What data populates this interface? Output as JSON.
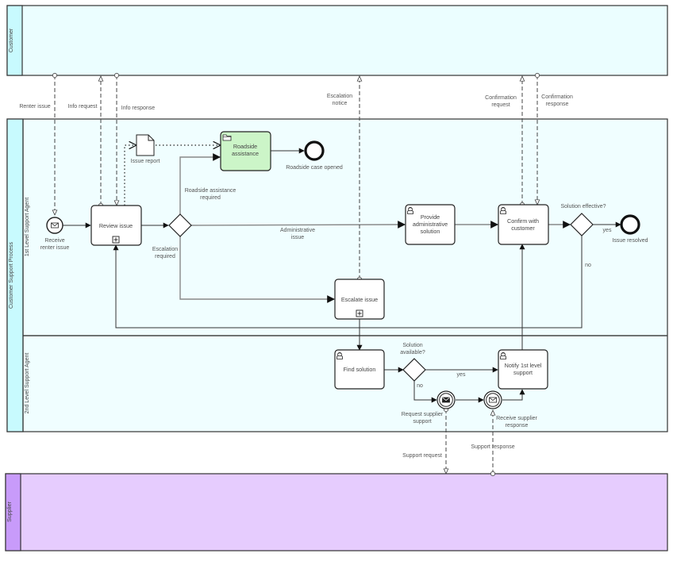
{
  "colors": {
    "pool_fill": "#ebfeff",
    "pool_header": "#c8fafe",
    "lane_fill": "#f0feff",
    "supplier_fill": "#e6ccfe",
    "supplier_header": "#c89bfa",
    "task_green": "#ccf5c8",
    "border": "#333333"
  },
  "pools": {
    "customer": {
      "label": "Customer"
    },
    "process": {
      "label": "Customer Support Process",
      "lanes": [
        {
          "label": "1st Level Support Agent"
        },
        {
          "label": "2nd Level Support Agent"
        }
      ]
    },
    "supplier": {
      "label": "Supplier"
    }
  },
  "events": {
    "receive_renter_issue": {
      "label_l1": "Receive",
      "label_l2": "renter issue",
      "type": "message-start"
    },
    "roadside_case_opened": {
      "label": "Roadside case opened",
      "type": "end"
    },
    "issue_resolved": {
      "label": "Issue resolved",
      "type": "end"
    },
    "request_supplier_support": {
      "label_l1": "Request supplier",
      "label_l2": "support",
      "type": "intermediate-throw-message"
    },
    "receive_supplier_response": {
      "label_l1": "Receive supplier",
      "label_l2": "response",
      "type": "intermediate-catch-message"
    }
  },
  "tasks": {
    "review_issue": {
      "label": "Review issue",
      "marker": "subprocess"
    },
    "roadside_assistance": {
      "label_l1": "Roadside",
      "label_l2": "assistance",
      "marker": "folder"
    },
    "provide_admin_solution": {
      "label_l1": "Provide",
      "label_l2": "administrative",
      "label_l3": "solution",
      "marker": "user"
    },
    "confirm_with_customer": {
      "label_l1": "Confirm with",
      "label_l2": "customer",
      "marker": "user"
    },
    "escalate_issue": {
      "label": "Escalate issue",
      "marker": "subprocess"
    },
    "find_solution": {
      "label": "Find solution",
      "marker": "user"
    },
    "notify_first_level": {
      "label_l1": "Notify 1st level",
      "label_l2": "support",
      "marker": "user"
    }
  },
  "data_objects": {
    "issue_report": {
      "label": "Issue report"
    }
  },
  "gateways": {
    "issue_type": {},
    "solution_effective": {
      "label": "Solution effective?"
    },
    "solution_available": {
      "label_l1": "Solution",
      "label_l2": "available?"
    }
  },
  "flow_labels": {
    "roadside_required_l1": "Roadside assistance",
    "roadside_required_l2": "required",
    "administrative_l1": "Administrative",
    "administrative_l2": "issue",
    "escalation_required_l1": "Escalation",
    "escalation_required_l2": "required",
    "yes_effective": "yes",
    "no_effective": "no",
    "yes_available": "yes",
    "no_available": "no"
  },
  "message_labels": {
    "renter_issue": "Renter issue",
    "info_request": "Info request",
    "info_response": "Info response",
    "escalation_notice_l1": "Escalation",
    "escalation_notice_l2": "notice",
    "confirmation_request_l1": "Confirmation",
    "confirmation_request_l2": "request",
    "confirmation_response_l1": "Confirmation",
    "confirmation_response_l2": "response",
    "support_request": "Support request",
    "support_response": "Support response"
  }
}
